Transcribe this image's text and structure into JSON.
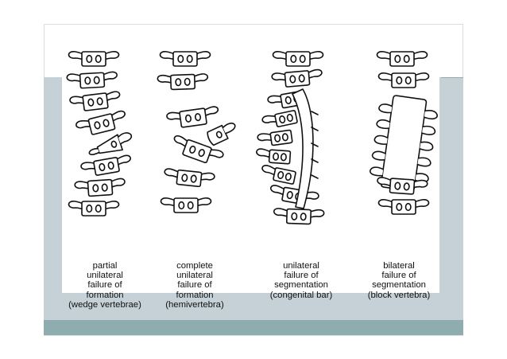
{
  "figure": {
    "panels": [
      {
        "id": "wedge",
        "caption": [
          "partial",
          "unilateral",
          "failure of",
          "formation",
          "(wedge vertebrae)"
        ]
      },
      {
        "id": "hemi",
        "caption": [
          "complete",
          "unilateral",
          "failure of",
          "formation",
          "(hemivertebra)"
        ]
      },
      {
        "id": "bar",
        "caption": [
          "unilateral",
          "failure of",
          "segmentation",
          "(congenital bar)"
        ]
      },
      {
        "id": "block",
        "caption": [
          "bilateral",
          "failure of",
          "segmentation",
          "(block vertebra)"
        ]
      }
    ]
  },
  "colors": {
    "band_light": "#c5d1d7",
    "band_dark": "#8fadae",
    "stroke": "#111111"
  }
}
